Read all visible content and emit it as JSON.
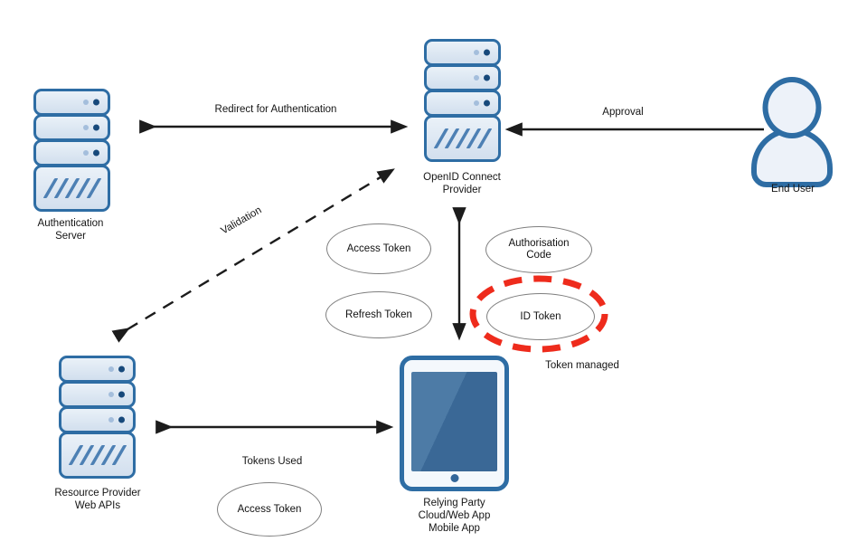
{
  "diagram": {
    "nodes": {
      "authentication_server": {
        "label": [
          "Authentication",
          "Server"
        ]
      },
      "openid_connect_provider": {
        "label": [
          "OpenID Connect",
          "Provider"
        ]
      },
      "end_user": {
        "label": "End User"
      },
      "resource_provider": {
        "label": [
          "Resource Provider",
          "Web APIs"
        ]
      },
      "relying_party": {
        "label": [
          "Relying Party",
          "Cloud/Web App",
          "Mobile App"
        ]
      }
    },
    "edge_labels": {
      "redirect": "Redirect for Authentication",
      "approval": "Approval",
      "validation": "Validation",
      "tokens_used": "Tokens Used",
      "token_managed": "Token managed"
    },
    "tokens": {
      "access_token_top": "Access Token",
      "authorisation_code": [
        "Authorisation",
        "Code"
      ],
      "refresh_token": "Refresh Token",
      "id_token": "ID Token",
      "access_token_bottom": "Access Token"
    },
    "colors": {
      "node_stroke": "#2e6da4",
      "node_fill": "#dde8f4",
      "screen_fill": "#3f6f9f",
      "highlight_red": "#ee2b1c",
      "arrow_black": "#1c1c1c",
      "ellipse_stroke": "#7f7f7f"
    }
  }
}
